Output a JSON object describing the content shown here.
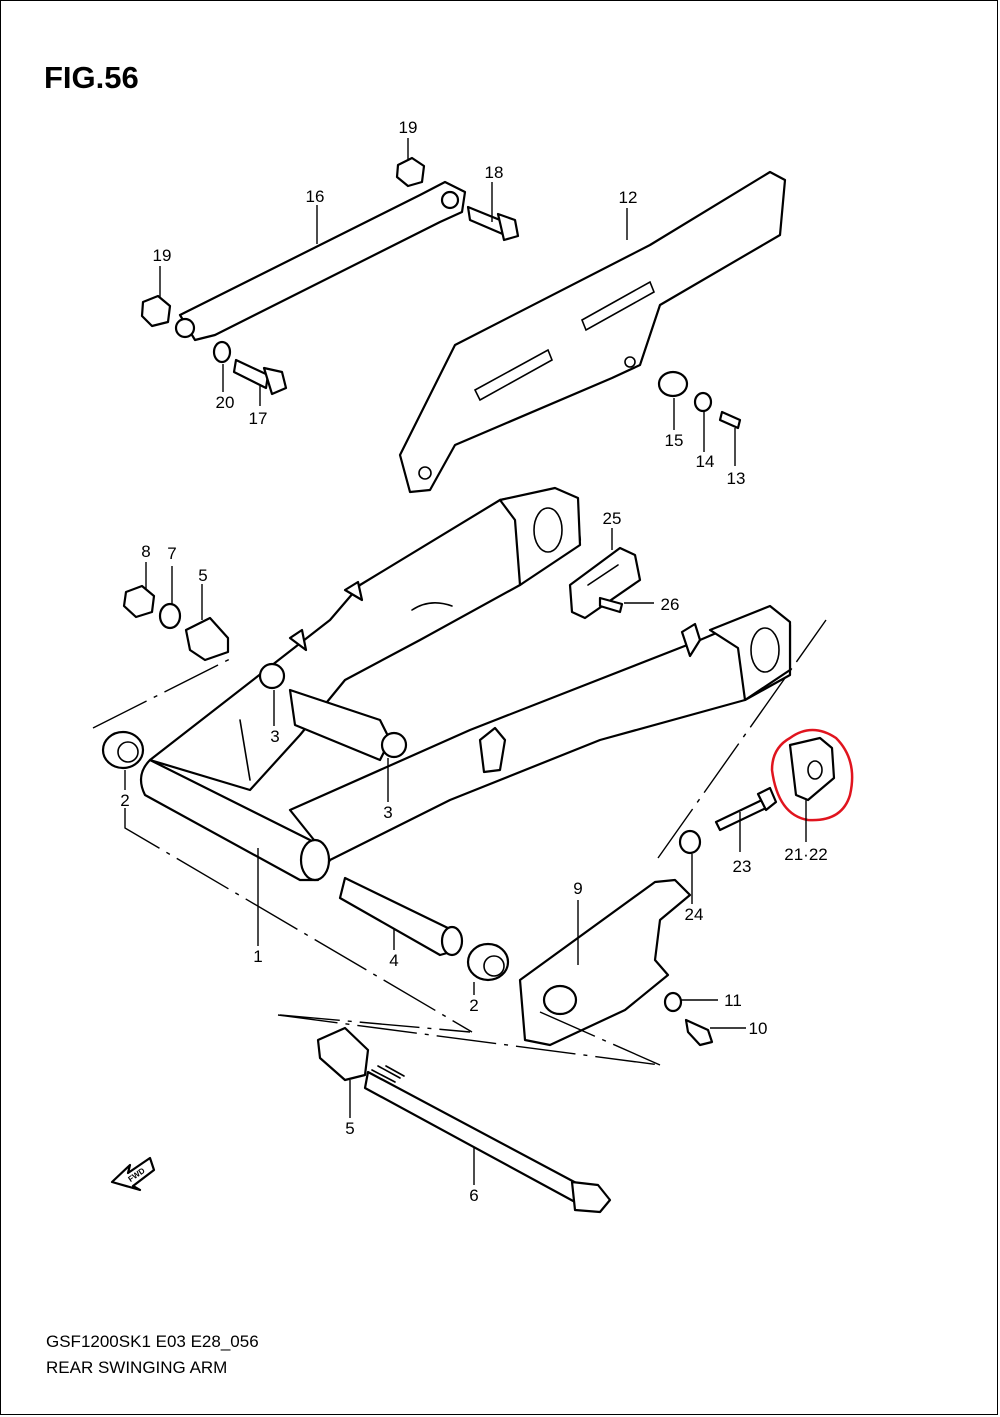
{
  "figure": {
    "title": "FIG.56",
    "model_code": "GSF1200SK1 E03 E28_056",
    "section_name": "REAR SWINGING ARM"
  },
  "fwd_label": "FWD",
  "highlight_color": "#e0141e",
  "callouts": {
    "c1": "1",
    "c2a": "2",
    "c2b": "2",
    "c3a": "3",
    "c3b": "3",
    "c4": "4",
    "c5a": "5",
    "c5b": "5",
    "c6": "6",
    "c7": "7",
    "c8": "8",
    "c9": "9",
    "c10": "10",
    "c11": "11",
    "c12": "12",
    "c13": "13",
    "c14": "14",
    "c15": "15",
    "c16": "16",
    "c17": "17",
    "c18": "18",
    "c19a": "19",
    "c19b": "19",
    "c20": "20",
    "c2122": "21·22",
    "c23": "23",
    "c24": "24",
    "c25": "25",
    "c26": "26"
  }
}
